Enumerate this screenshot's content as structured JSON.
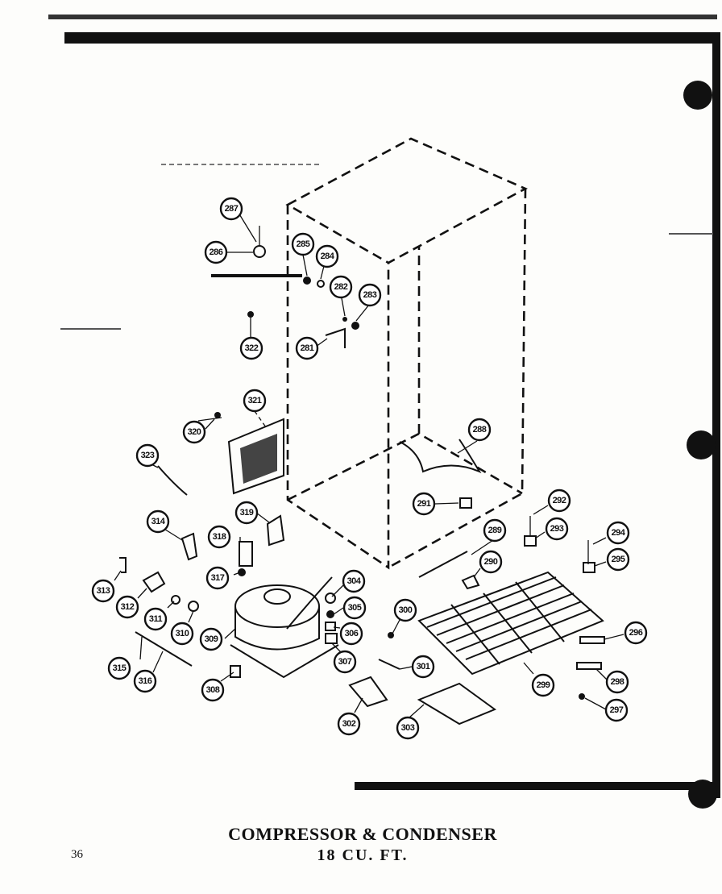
{
  "title": "COMPRESSOR & CONDENSER",
  "subtitle": "18 CU. FT.",
  "page_number": "36",
  "callouts": [
    "281",
    "282",
    "283",
    "284",
    "285",
    "286",
    "287",
    "288",
    "289",
    "290",
    "291",
    "292",
    "293",
    "294",
    "295",
    "296",
    "297",
    "298",
    "299",
    "300",
    "301",
    "302",
    "303",
    "304",
    "305",
    "306",
    "307",
    "308",
    "309",
    "310",
    "311",
    "312",
    "313",
    "314",
    "315",
    "316",
    "317",
    "318",
    "319",
    "320",
    "321",
    "322",
    "323"
  ]
}
